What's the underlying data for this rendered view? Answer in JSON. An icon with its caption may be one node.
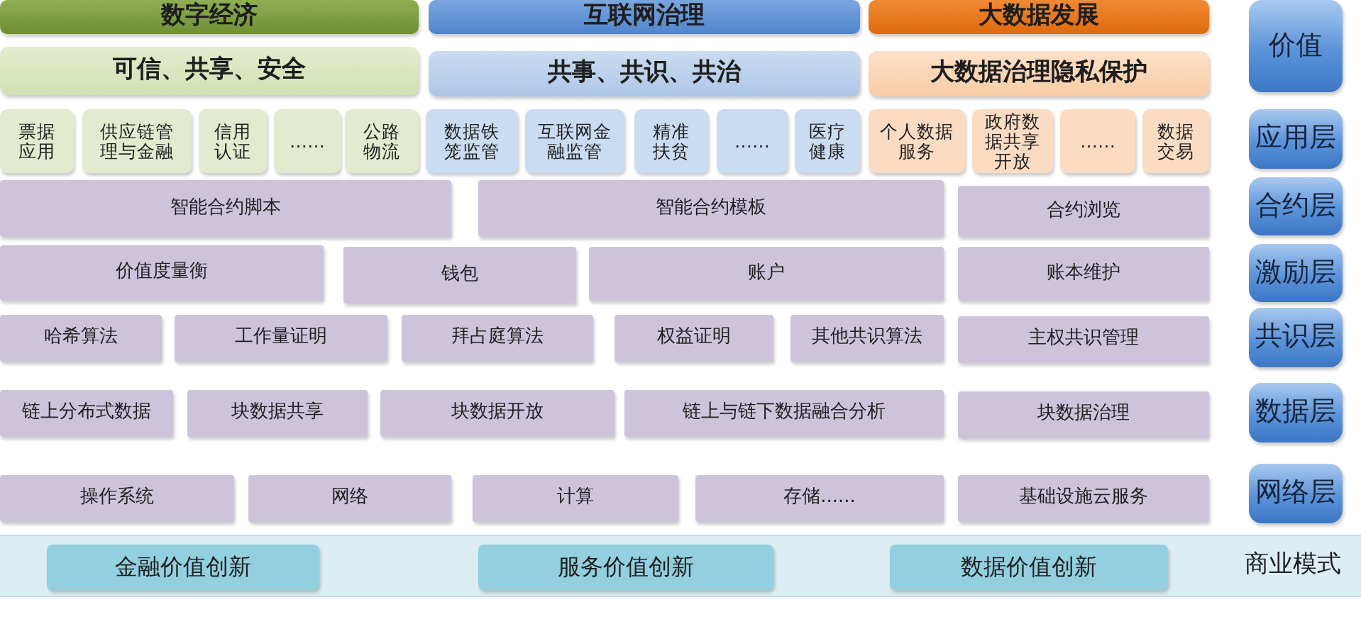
{
  "diagram": {
    "nodes": [
      {
        "text": [
          "数字经济"
        ]
      },
      {
        "text": [
          "互联网治理"
        ]
      },
      {
        "text": [
          "大数据发展"
        ]
      },
      {
        "text": [
          "价值"
        ]
      },
      {
        "text": [
          "可信、共享、安全"
        ]
      },
      {
        "text": [
          "共事、共识、共治"
        ]
      },
      {
        "text": [
          "大数据治理隐私保护"
        ]
      },
      {
        "text": [
          "票据应用"
        ]
      },
      {
        "text": [
          "供应链管理与金融"
        ]
      },
      {
        "text": [
          "信用认证"
        ]
      },
      {
        "text": [
          "……"
        ]
      },
      {
        "text": [
          "公路物流"
        ]
      },
      {
        "text": [
          "数据铁笼监管"
        ]
      },
      {
        "text": [
          "互联网金融监管"
        ]
      },
      {
        "text": [
          "精准扶贫"
        ]
      },
      {
        "text": [
          "……"
        ]
      },
      {
        "text": [
          "医疗健康"
        ]
      },
      {
        "text": [
          "个人数据服务"
        ]
      },
      {
        "text": [
          "政府数据共享开放"
        ]
      },
      {
        "text": [
          "……"
        ]
      },
      {
        "text": [
          "数据交易"
        ]
      },
      {
        "text": [
          "应用层"
        ]
      },
      {
        "text": [
          "智能合约脚本"
        ]
      },
      {
        "text": [
          "智能合约模板"
        ]
      },
      {
        "text": [
          "合约浏览"
        ]
      },
      {
        "text": [
          "合约层"
        ]
      },
      {
        "text": [
          "价值度量衡"
        ]
      },
      {
        "text": [
          "钱包"
        ]
      },
      {
        "text": [
          "账户"
        ]
      },
      {
        "text": [
          "账本维护"
        ]
      },
      {
        "text": [
          "激励层"
        ]
      },
      {
        "text": [
          "哈希算法"
        ]
      },
      {
        "text": [
          "工作量证明"
        ]
      },
      {
        "text": [
          "拜占庭算法"
        ]
      },
      {
        "text": [
          "权益证明"
        ]
      },
      {
        "text": [
          "其他共识算法"
        ]
      },
      {
        "text": [
          "主权共识管理"
        ]
      },
      {
        "text": [
          "共识层"
        ]
      },
      {
        "text": [
          "链上分布式数据"
        ]
      },
      {
        "text": [
          "块数据共享"
        ]
      },
      {
        "text": [
          "块数据开放"
        ]
      },
      {
        "text": [
          "链上与链下数据融合分析"
        ]
      },
      {
        "text": [
          "块数据治理"
        ]
      },
      {
        "text": [
          "数据层"
        ]
      },
      {
        "text": [
          "操作系统"
        ]
      },
      {
        "text": [
          "网络"
        ]
      },
      {
        "text": [
          "计算"
        ]
      },
      {
        "text": [
          "存储......"
        ]
      },
      {
        "text": [
          "基础设施云服务"
        ]
      },
      {
        "text": [
          "网络层"
        ]
      },
      {
        "text": [
          "商业模式"
        ]
      },
      {
        "text": [
          "金融价值创新"
        ],
        "in": 50
      },
      {
        "text": [
          "服务价值创新"
        ],
        "in": 50
      },
      {
        "text": [
          "数据价值创新"
        ],
        "in": 50
      }
    ]
  }
}
